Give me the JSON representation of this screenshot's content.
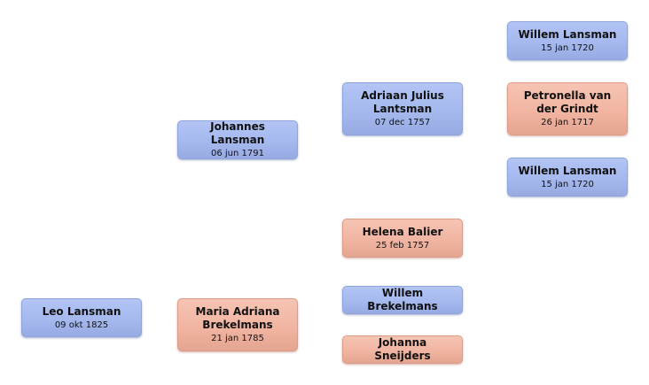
{
  "people": {
    "leo": {
      "name": "Leo Lansman",
      "date": "09 okt 1825"
    },
    "johannes": {
      "name": "Johannes Lansman",
      "date": "06 jun 1791"
    },
    "maria": {
      "name": "Maria Adriana Brekelmans",
      "date": "21 jan 1785"
    },
    "adriaan": {
      "name": "Adriaan Julius Lantsman",
      "date": "07 dec 1757"
    },
    "helena": {
      "name": "Helena Balier",
      "date": "25 feb 1757"
    },
    "willem_b": {
      "name": "Willem Brekelmans",
      "date": ""
    },
    "johanna": {
      "name": "Johanna Sneijders",
      "date": ""
    },
    "willem_1": {
      "name": "Willem Lansman",
      "date": "15 jan 1720"
    },
    "petronella": {
      "name": "Petronella van der Grindt",
      "date": "26 jan 1717"
    },
    "willem_2": {
      "name": "Willem Lansman",
      "date": "15 jan 1720"
    }
  },
  "colors": {
    "male": "#a5b9ef",
    "female": "#f1b5a2"
  }
}
